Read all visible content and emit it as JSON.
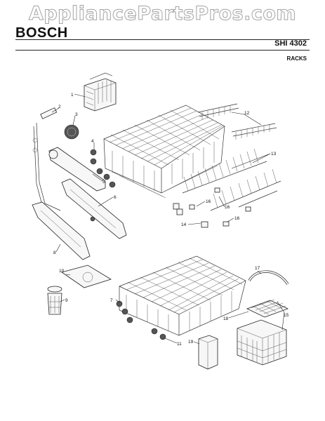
{
  "watermark": "AppliancePartsPros.com",
  "header": {
    "brand": "BOSCH",
    "model": "SHI 4302",
    "section": "RACKS"
  },
  "callouts": [
    "1",
    "2",
    "3",
    "4",
    "5",
    "6",
    "8",
    "9",
    "10",
    "11",
    "12",
    "13",
    "14",
    "15",
    "16",
    "16",
    "16",
    "17",
    "18",
    "19",
    "7"
  ]
}
